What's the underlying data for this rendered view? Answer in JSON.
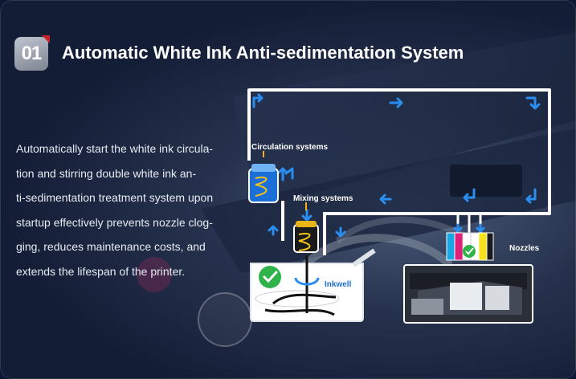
{
  "header": {
    "badge_number": "01",
    "title": "Automatic White Ink Anti-sedimentation System"
  },
  "description": {
    "lines": [
      "Automatically start the white ink circula-",
      "tion and stirring double white ink an-",
      "ti-sedimentation treatment system upon",
      "startup effectively prevents nozzle clog-",
      "ging, reduces maintenance costs, and",
      "extends the lifespan of the printer."
    ]
  },
  "diagram": {
    "circulation_label": "Circulation systems",
    "mixing_label": "Mixing systems",
    "nozzles_label": "Nozzles",
    "inkwell_label": "Inkwell"
  },
  "colors": {
    "background": "#0b1733",
    "badge_red": "#d0202a",
    "pipe": "#ffffff",
    "arrow": "#2a8df0",
    "check_green": "#2fb34a",
    "ink_cyan": "#1aa7e6",
    "ink_magenta": "#e0207a",
    "ink_yellow": "#f5e21a",
    "ink_black": "#1a1a1a"
  },
  "icons": [
    "arrow-icon",
    "check-icon",
    "stirrer-icon",
    "spiral-icon"
  ]
}
